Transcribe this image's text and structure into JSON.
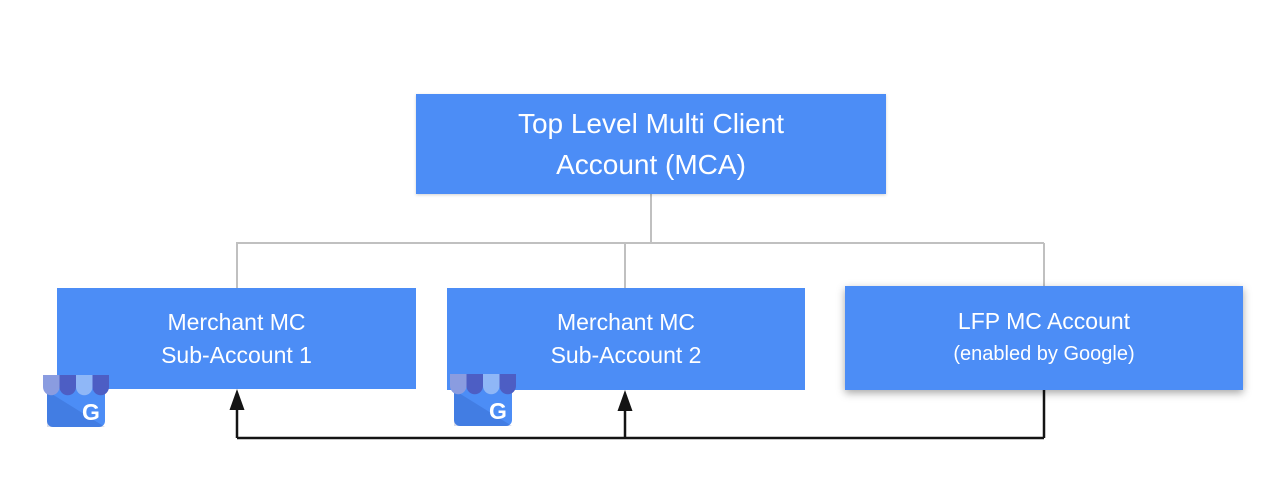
{
  "diagram": {
    "type": "hierarchy",
    "nodes": {
      "mca": {
        "line1": "Top Level Multi Client",
        "line2": "Account (MCA)"
      },
      "sub1": {
        "line1": "Merchant MC",
        "line2": "Sub-Account 1"
      },
      "sub2": {
        "line1": "Merchant MC",
        "line2": "Sub-Account 2"
      },
      "lfp": {
        "line1": "LFP MC Account",
        "line2": "(enabled by Google)"
      }
    },
    "edges": [
      {
        "from": "mca",
        "to": "sub1",
        "style": "tree-line"
      },
      {
        "from": "mca",
        "to": "sub2",
        "style": "tree-line"
      },
      {
        "from": "mca",
        "to": "lfp",
        "style": "tree-line"
      },
      {
        "from": "lfp",
        "to": "sub1",
        "style": "black-arrow"
      },
      {
        "from": "lfp",
        "to": "sub2",
        "style": "black-arrow"
      }
    ],
    "colors": {
      "node_fill": "#4C8DF6",
      "node_text": "#FFFFFF",
      "tree_line": "#C0C0C0",
      "arrow_line": "#141414",
      "icon_awning_light_1": "#8A9CE0",
      "icon_awning_dark": "#4D5EC4",
      "icon_awning_light_2": "#8FB7F7",
      "icon_body": "#4C8DF6"
    },
    "icons": {
      "google_business": {
        "name": "google-business-storefront-icon",
        "letter": "G"
      }
    }
  }
}
